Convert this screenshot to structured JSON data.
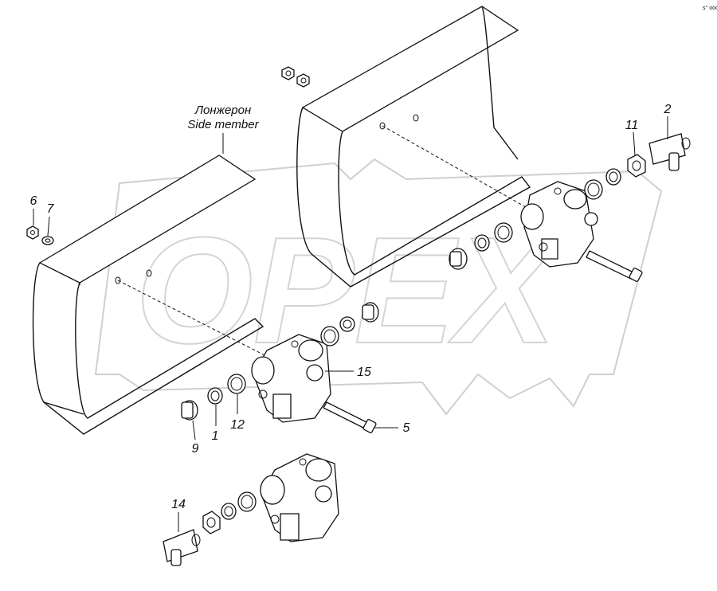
{
  "diagram": {
    "watermark": "OPEX",
    "caption": {
      "ru": "Лонжерон",
      "en": "Side member"
    },
    "corner_mark": "s° ooo",
    "callouts": [
      {
        "id": "c1",
        "label": "1"
      },
      {
        "id": "c2",
        "label": "2"
      },
      {
        "id": "c5",
        "label": "5"
      },
      {
        "id": "c6",
        "label": "6"
      },
      {
        "id": "c7",
        "label": "7"
      },
      {
        "id": "c9",
        "label": "9"
      },
      {
        "id": "c11",
        "label": "11"
      },
      {
        "id": "c12",
        "label": "12"
      },
      {
        "id": "c14",
        "label": "14"
      },
      {
        "id": "c15",
        "label": "15"
      }
    ]
  }
}
